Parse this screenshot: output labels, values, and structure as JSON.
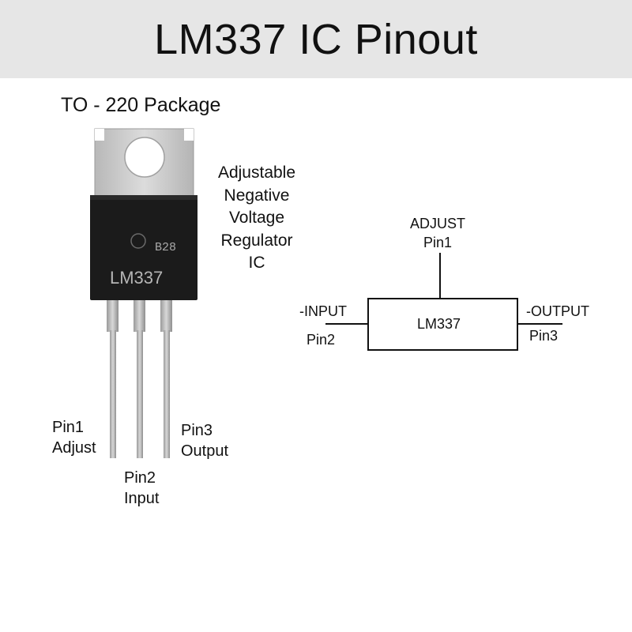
{
  "title": "LM337 IC Pinout",
  "package_label": "TO - 220 Package",
  "description_lines": [
    "Adjustable",
    "Negative",
    "Voltage",
    "Regulator",
    "IC"
  ],
  "chip": {
    "marking": "LM337",
    "code": "B28",
    "body_color": "#1b1b1b",
    "tab_color": "#c9c9c9"
  },
  "pins": [
    {
      "name": "Pin1",
      "function": "Adjust"
    },
    {
      "name": "Pin2",
      "function": "Input"
    },
    {
      "name": "Pin3",
      "function": "Output"
    }
  ],
  "schematic": {
    "box_label": "LM337",
    "adjust_label": "ADJUST",
    "adjust_pin": "Pin1",
    "input_label": "-INPUT",
    "input_pin": "Pin2",
    "output_label": "-OUTPUT",
    "output_pin": "Pin3"
  }
}
